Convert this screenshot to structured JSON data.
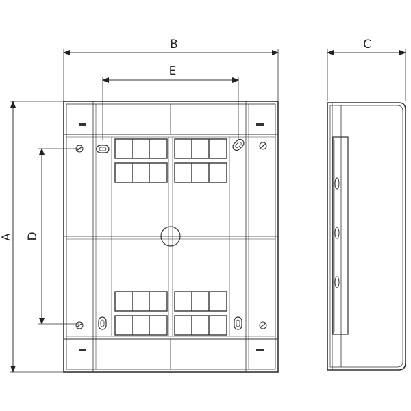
{
  "dimensions": {
    "a": "A",
    "b": "B",
    "c": "C",
    "d": "D",
    "e": "E"
  },
  "colors": {
    "line": "#333333",
    "background": "#ffffff",
    "fill": "#ffffff"
  }
}
